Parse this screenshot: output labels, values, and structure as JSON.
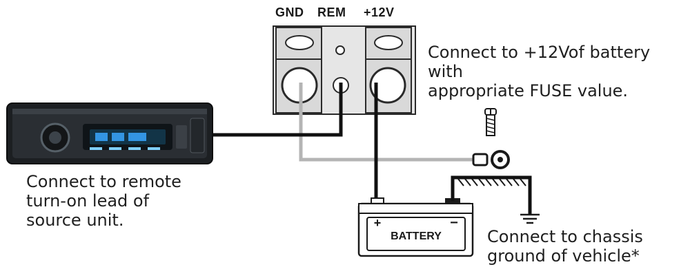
{
  "terminals": {
    "gnd": "GND",
    "rem": "REM",
    "plus12v": "+12V"
  },
  "captions": {
    "fuse_line1": "Connect to +12Vof battery with",
    "fuse_line2": "appropriate FUSE value.",
    "remote_line1": "Connect to remote",
    "remote_line2": "turn-on lead of",
    "remote_line3": "source unit.",
    "chassis_line1": "Connect to chassis",
    "chassis_line2": "ground of vehicle*"
  },
  "battery": {
    "label": "BATTERY",
    "plus": "+",
    "minus": "−"
  },
  "colors": {
    "power_wire": "#111111",
    "ground_wire": "#b4b4b4",
    "terminal_block": "#e6e6e6",
    "head_unit_body": "#1c1f22",
    "display_accent": "#3aa7ff"
  },
  "icons": [
    "head-unit-image",
    "terminal-block",
    "screw-icon",
    "ring-terminal-icon",
    "battery-icon",
    "ground-symbol-icon"
  ]
}
